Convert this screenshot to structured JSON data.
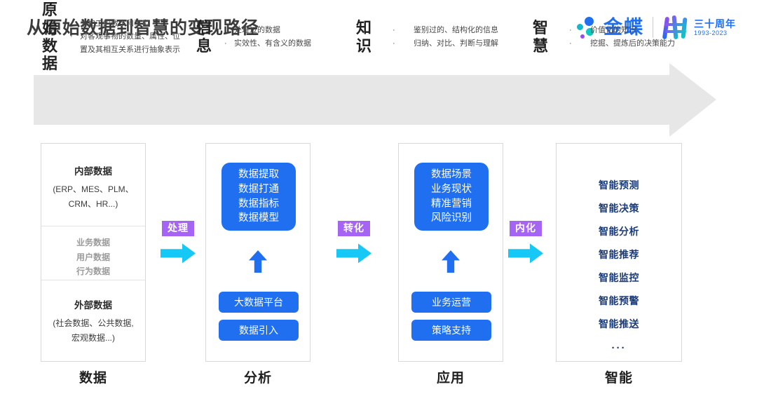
{
  "page": {
    "title": "从原始数据到智慧的变现路径"
  },
  "logo": {
    "brand": "金蝶",
    "anniversary_cn": "三十周年",
    "anniversary_years": "1993-2023"
  },
  "banner": {
    "stages": [
      {
        "key": "原始\n数据",
        "key_line1": "原始",
        "key_line2": "数据",
        "bullet": "·",
        "items": [
          "未加工的数字和事实",
          "对客观事物的数量、属性、位",
          "置及其相互关系进行抽象表示"
        ]
      },
      {
        "key_line1": "信",
        "key_line2": "息",
        "bullet": "·",
        "items": [
          "处理过的数据",
          "实效性、有含义的数据"
        ]
      },
      {
        "key_line1": "知",
        "key_line2": "识",
        "bullet": "·",
        "items": [
          "鉴别过的、结构化的信息",
          "归纳、对比、判断与理解"
        ]
      },
      {
        "key_line1": "智",
        "key_line2": "慧",
        "bullet": "·",
        "items": [
          "价值化的知识",
          "挖掘、提炼后的决策能力"
        ]
      }
    ]
  },
  "columns": {
    "data": {
      "footer": "数据",
      "internal_head": "内部数据",
      "internal_sub_line1": "(ERP、MES、PLM、",
      "internal_sub_line2": "CRM、HR...)",
      "middle": [
        "业务数据",
        "用户数据",
        "行为数据"
      ],
      "external_head": "外部数据",
      "external_sub_line1": "(社会数据、公共数据,",
      "external_sub_line2": "宏观数据...)"
    },
    "analysis": {
      "footer": "分析",
      "card": [
        "数据提取",
        "数据打通",
        "数据指标",
        "数据模型"
      ],
      "pill_1": "大数据平台",
      "pill_2": "数据引入"
    },
    "application": {
      "footer": "应用",
      "card": [
        "数据场景",
        "业务现状",
        "精准营销",
        "风险识别"
      ],
      "pill_1": "业务运营",
      "pill_2": "策略支持"
    },
    "intelligence": {
      "footer": "智能",
      "items": [
        "智能预测",
        "智能决策",
        "智能分析",
        "智能推荐",
        "智能监控",
        "智能预警",
        "智能推送"
      ],
      "ellipsis": "···"
    }
  },
  "connectors": [
    {
      "label": "处理"
    },
    {
      "label": "转化"
    },
    {
      "label": "内化"
    }
  ],
  "colors": {
    "brand_blue": "#1f6ff0",
    "badge_purple": "#a664f5",
    "arrow_cyan": "#16c8f5",
    "banner_gray": "#e7e7e7",
    "navy": "#1b3a74"
  }
}
